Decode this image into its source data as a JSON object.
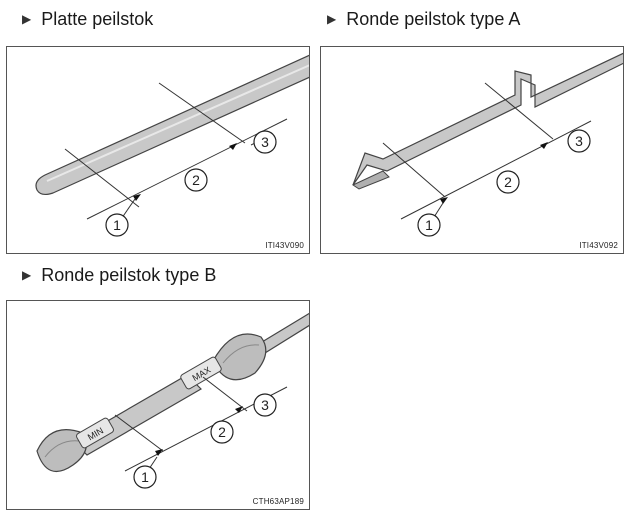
{
  "sections": [
    {
      "title": "Platte peilstok",
      "code": "ITI43V090"
    },
    {
      "title": "Ronde peilstok type A",
      "code": "ITI43V092"
    },
    {
      "title": "Ronde peilstok type B",
      "code": "CTH63AP189"
    }
  ],
  "callouts": [
    "1",
    "2",
    "3"
  ],
  "dipstick_marks": {
    "min": "MIN",
    "max": "MAX"
  }
}
